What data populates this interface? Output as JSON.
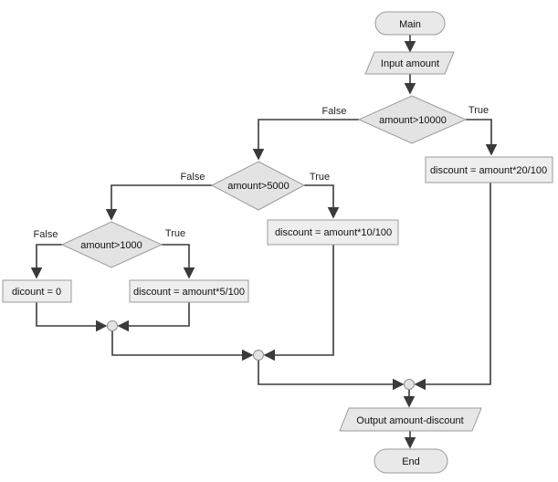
{
  "diagram": {
    "description": "Flowchart computing a discount from an input amount",
    "nodes": {
      "main": {
        "label": "Main",
        "type": "terminator"
      },
      "input": {
        "label": "Input amount",
        "type": "io"
      },
      "d1": {
        "label": "amount>10000",
        "type": "decision"
      },
      "box20": {
        "label": "discount = amount*20/100",
        "type": "process"
      },
      "d2": {
        "label": "amount>5000",
        "type": "decision"
      },
      "box10": {
        "label": "discount = amount*10/100",
        "type": "process"
      },
      "d3": {
        "label": "amount>1000",
        "type": "decision"
      },
      "box0": {
        "label": "dicount = 0",
        "type": "process"
      },
      "box5": {
        "label": "discount = amount*5/100",
        "type": "process"
      },
      "output": {
        "label": "Output amount-discount",
        "type": "io"
      },
      "end": {
        "label": "End",
        "type": "terminator"
      }
    },
    "edge_labels": {
      "d1_false": "False",
      "d1_true": "True",
      "d2_false": "False",
      "d2_true": "True",
      "d3_false": "False",
      "d3_true": "True"
    },
    "colors": {
      "background": "#ffffff",
      "node_fill": "#e9e9e9",
      "process_fill": "#eeeeee",
      "node_border": "#9b9b9b",
      "line": "#3a3a3a",
      "text": "#111111"
    }
  }
}
